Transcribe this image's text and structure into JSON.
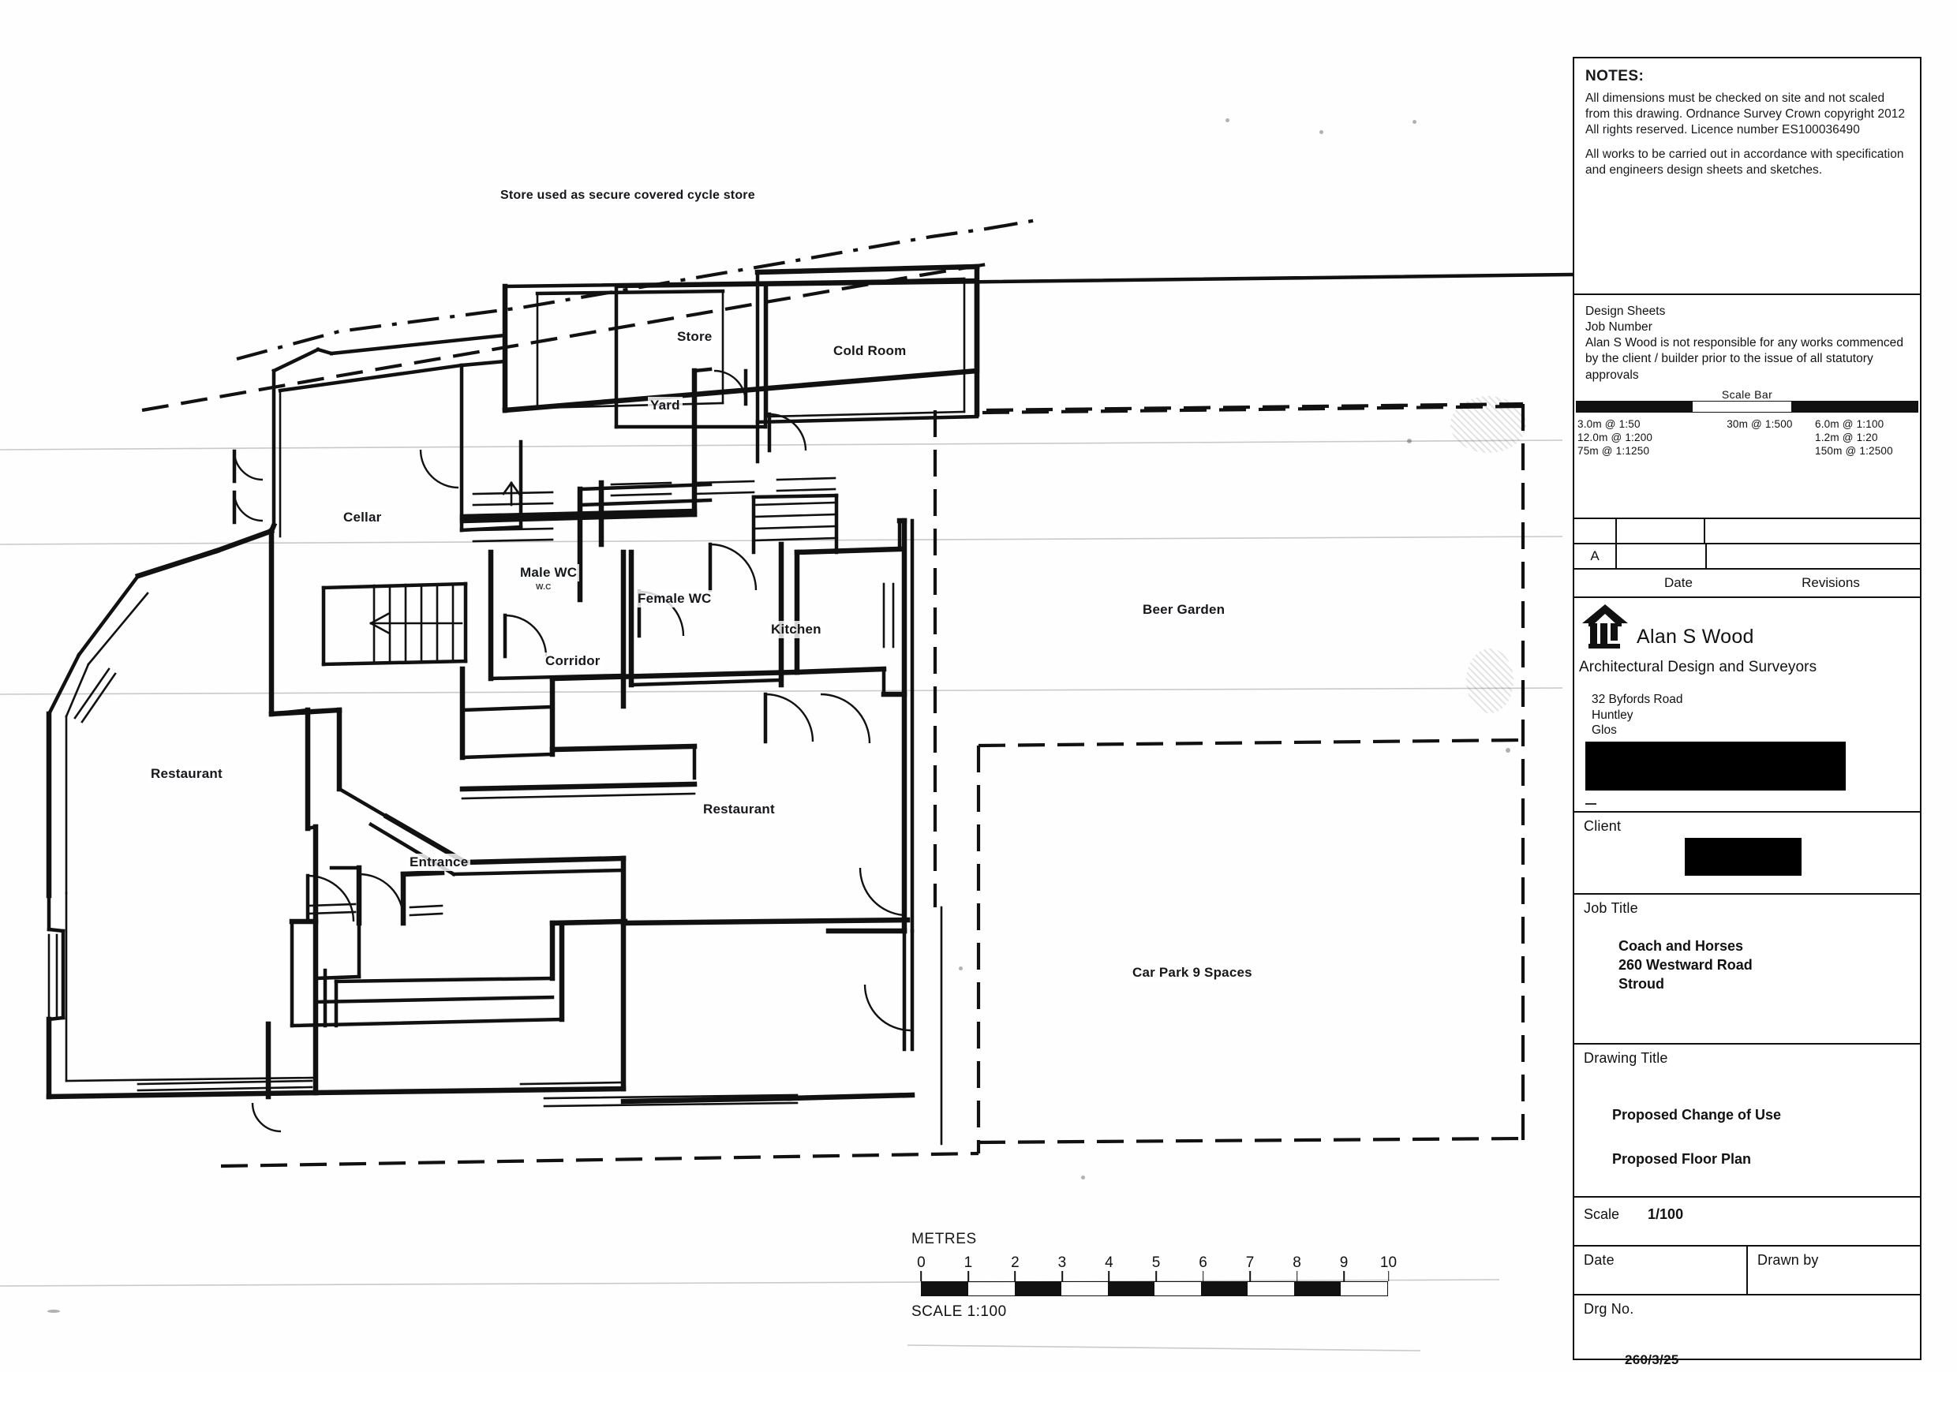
{
  "drawing": {
    "type": "architectural-floor-plan",
    "sheet_title": "Proposed Floor Plan",
    "plan_annotations": [
      {
        "name": "cycle-store-note",
        "text": "Store used as secure covered cycle store"
      },
      {
        "name": "room-store",
        "text": "Store"
      },
      {
        "name": "room-cold-room",
        "text": "Cold Room"
      },
      {
        "name": "area-yard",
        "text": "Yard"
      },
      {
        "name": "room-cellar",
        "text": "Cellar"
      },
      {
        "name": "room-male-wc",
        "text": "Male WC"
      },
      {
        "name": "room-male-wc-sub",
        "text": "W.C"
      },
      {
        "name": "room-female-wc",
        "text": "Female WC"
      },
      {
        "name": "room-kitchen",
        "text": "Kitchen"
      },
      {
        "name": "room-corridor",
        "text": "Corridor"
      },
      {
        "name": "room-restaurant-west",
        "text": "Restaurant"
      },
      {
        "name": "room-restaurant-east",
        "text": "Restaurant"
      },
      {
        "name": "area-entrance",
        "text": "Entrance"
      },
      {
        "name": "area-beer-garden",
        "text": "Beer Garden"
      },
      {
        "name": "area-car-park",
        "text": "Car Park 9 Spaces"
      }
    ]
  },
  "metric_scale": {
    "heading": "METRES",
    "ticks": [
      "0",
      "1",
      "2",
      "3",
      "4",
      "5",
      "6",
      "7",
      "8",
      "9",
      "10"
    ],
    "footer": "SCALE 1:100"
  },
  "title_block": {
    "notes": {
      "heading": "NOTES:",
      "paragraph1": "All dimensions must be checked on site and not scaled from this drawing. Ordnance Survey Crown copyright 2012 All rights reserved. Licence number ES100036490",
      "paragraph2": "All works to be carried out in accordance with specification and engineers design sheets and sketches."
    },
    "design_sheets": {
      "line1": "Design Sheets",
      "line2": "Job Number",
      "line3": "Alan S Wood is not responsible for any works commenced by the client / builder prior to the issue of all statutory approvals"
    },
    "scale_bar": {
      "heading": "Scale  Bar",
      "col1": [
        "3.0m  @  1:50",
        "12.0m  @  1:200",
        "75m  @  1:1250"
      ],
      "col2": [
        "30m  @  1:500"
      ],
      "col3": [
        "6.0m  @  1:100",
        "1.2m  @  1:20",
        "150m  @  1:2500"
      ]
    },
    "revisions": {
      "rev_mark": "A",
      "col_date": "Date",
      "col_revisions": "Revisions"
    },
    "company": {
      "logo_icon": "house-icon",
      "name": "Alan S Wood",
      "discipline": "Architectural Design and Surveyors",
      "address_line1": "32 Byfords Road",
      "address_line2": "Huntley",
      "address_line3": "Glos",
      "address_redacted": true
    },
    "client": {
      "label": "Client",
      "value_redacted": true
    },
    "job": {
      "label": "Job Title",
      "line1": "Coach and Horses",
      "line2": "260 Westward Road",
      "line3": "Stroud"
    },
    "drawing_title": {
      "label": "Drawing Title",
      "line1": "Proposed Change of Use",
      "line2": "Proposed Floor Plan"
    },
    "scale": {
      "label": "Scale",
      "value": "1/100"
    },
    "date": {
      "label": "Date",
      "value": ""
    },
    "drawn_by": {
      "label": "Drawn by",
      "value": ""
    },
    "drg_no": {
      "label": "Drg No.",
      "value": "260/3/25"
    }
  },
  "colors": {
    "ink": "#111111",
    "paper": "#fefefe",
    "redaction": "#000000"
  }
}
